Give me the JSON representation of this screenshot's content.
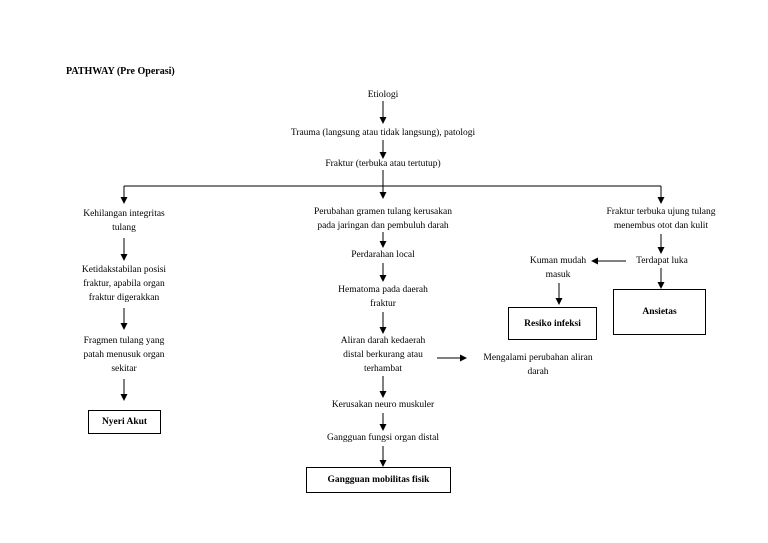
{
  "title": "PATHWAY (Pre Operasi)",
  "nodes": {
    "etiologi": "Etiologi",
    "trauma": "Trauma (langsung atau tidak langsung), patologi",
    "fraktur": "Fraktur (terbuka atau tertutup)",
    "kehilangan_1": "Kehilangan integritas",
    "kehilangan_2": "tulang",
    "ketidakstabilan_1": "Ketidakstabilan posisi",
    "ketidakstabilan_2": "fraktur, apabila organ",
    "ketidakstabilan_3": "fraktur digerakkan",
    "fragmen_1": "Fragmen tulang yang",
    "fragmen_2": "patah menusuk organ",
    "fragmen_3": "sekitar",
    "nyeri_akut": "Nyeri Akut",
    "perubahan_1": "Perubahan gramen tulang kerusakan",
    "perubahan_2": "pada jaringan dan pembuluh darah",
    "perdarahan": "Perdarahan local",
    "hematoma_1": "Hematoma pada daerah",
    "hematoma_2": "fraktur",
    "aliran_1": "Aliran darah kedaerah",
    "aliran_2": "distal berkurang atau",
    "aliran_3": "terhambat",
    "mengalami_1": "Mengalami perubahan aliran",
    "mengalami_2": "darah",
    "kerusakan": "Kerusakan neuro muskuler",
    "gangguan_fungsi": "Gangguan fungsi organ distal",
    "gangguan_mobilitas": "Gangguan  mobilitas fisik",
    "fraktur_terbuka_1": "Fraktur terbuka ujung tulang",
    "fraktur_terbuka_2": "menembus otot dan kulit",
    "terdapat_luka": "Terdapat luka",
    "kuman_1": "Kuman mudah",
    "kuman_2": "masuk",
    "resiko_infeksi": "Resiko infeksi",
    "ansietas": "Ansietas"
  }
}
